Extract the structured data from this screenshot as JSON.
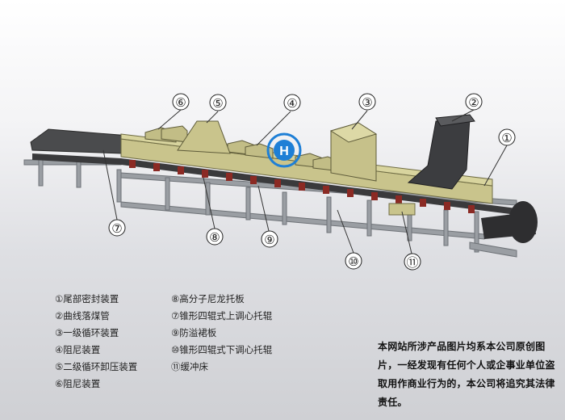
{
  "callouts": {
    "c1": "①",
    "c2": "②",
    "c3": "③",
    "c4": "④",
    "c5": "⑤",
    "c6": "⑥",
    "c7": "⑦",
    "c8": "⑧",
    "c9": "⑨",
    "c10": "⑩",
    "c11": "⑪"
  },
  "legend": {
    "left": [
      "①尾部密封装置",
      "②曲线落煤管",
      "③一级循环装置",
      "④阻尼装置",
      "⑤二级循环卸压装置",
      "⑥阻尼装置"
    ],
    "right": [
      "⑧高分子尼龙托板",
      "⑦锥形四辊式上调心托辊",
      "⑨防溢裙板",
      "⑩锥形四辊式下调心托辊",
      "⑪缓冲床"
    ]
  },
  "notice": "本网站所涉产品图片均系本公司原创图片，一经发现有任何个人或企事业单位盗取用作商业行为的，本公司将追究其法律责任。",
  "colors": {
    "skirt": "#c9c48c",
    "skirt_dark": "#8d8a5a",
    "frame": "#8a8d92",
    "belt": "#2e2e30",
    "idler_red": "#8b2a24",
    "callout": "#222222",
    "logo": "#1e7fd6"
  }
}
